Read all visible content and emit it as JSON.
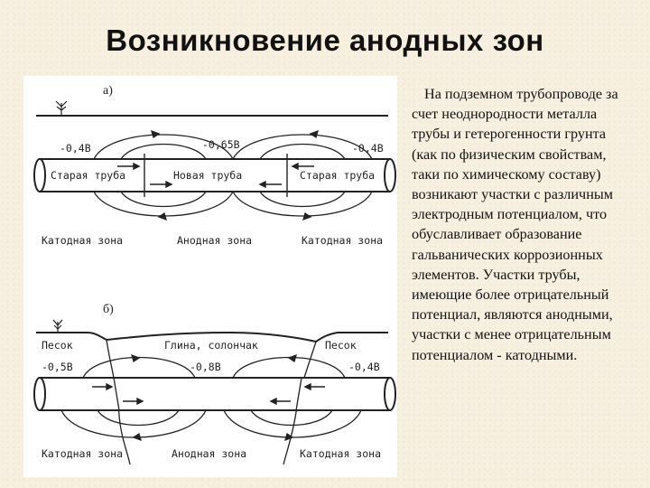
{
  "title": "Возникновение анодных зон",
  "figure": {
    "a": {
      "label": "а)",
      "potentials": {
        "left": "-0,4В",
        "center": "-0,65В",
        "right": "-0,4В"
      },
      "pipe_labels": {
        "left": "Старая труба",
        "center": "Новая труба",
        "right": "Старая труба"
      },
      "zones": {
        "left": "Катодная зона",
        "center": "Анодная зона",
        "right": "Катодная зона"
      }
    },
    "b": {
      "label": "б)",
      "soils": {
        "left": "Песок",
        "center": "Глина, солончак",
        "right": "Песок"
      },
      "potentials": {
        "left": "-0,5В",
        "center": "-0,8В",
        "right": "-0,4В"
      },
      "zones": {
        "left": "Катодная зона",
        "center": "Анодная зона",
        "right": "Катодная зона"
      }
    }
  },
  "description": "На подземном трубопроводе за счет неоднородности металла трубы и гетерогенности грунта (как по физическим свойствам, таки по химическому составу) возникают участки с различным электродным потенциалом, что обуславливает образование гальванических коррозионных элементов. Участки трубы, имеющие более отрицательный потенциал, являются анодными, участки с менее отрицательным потенциалом - катодными."
}
